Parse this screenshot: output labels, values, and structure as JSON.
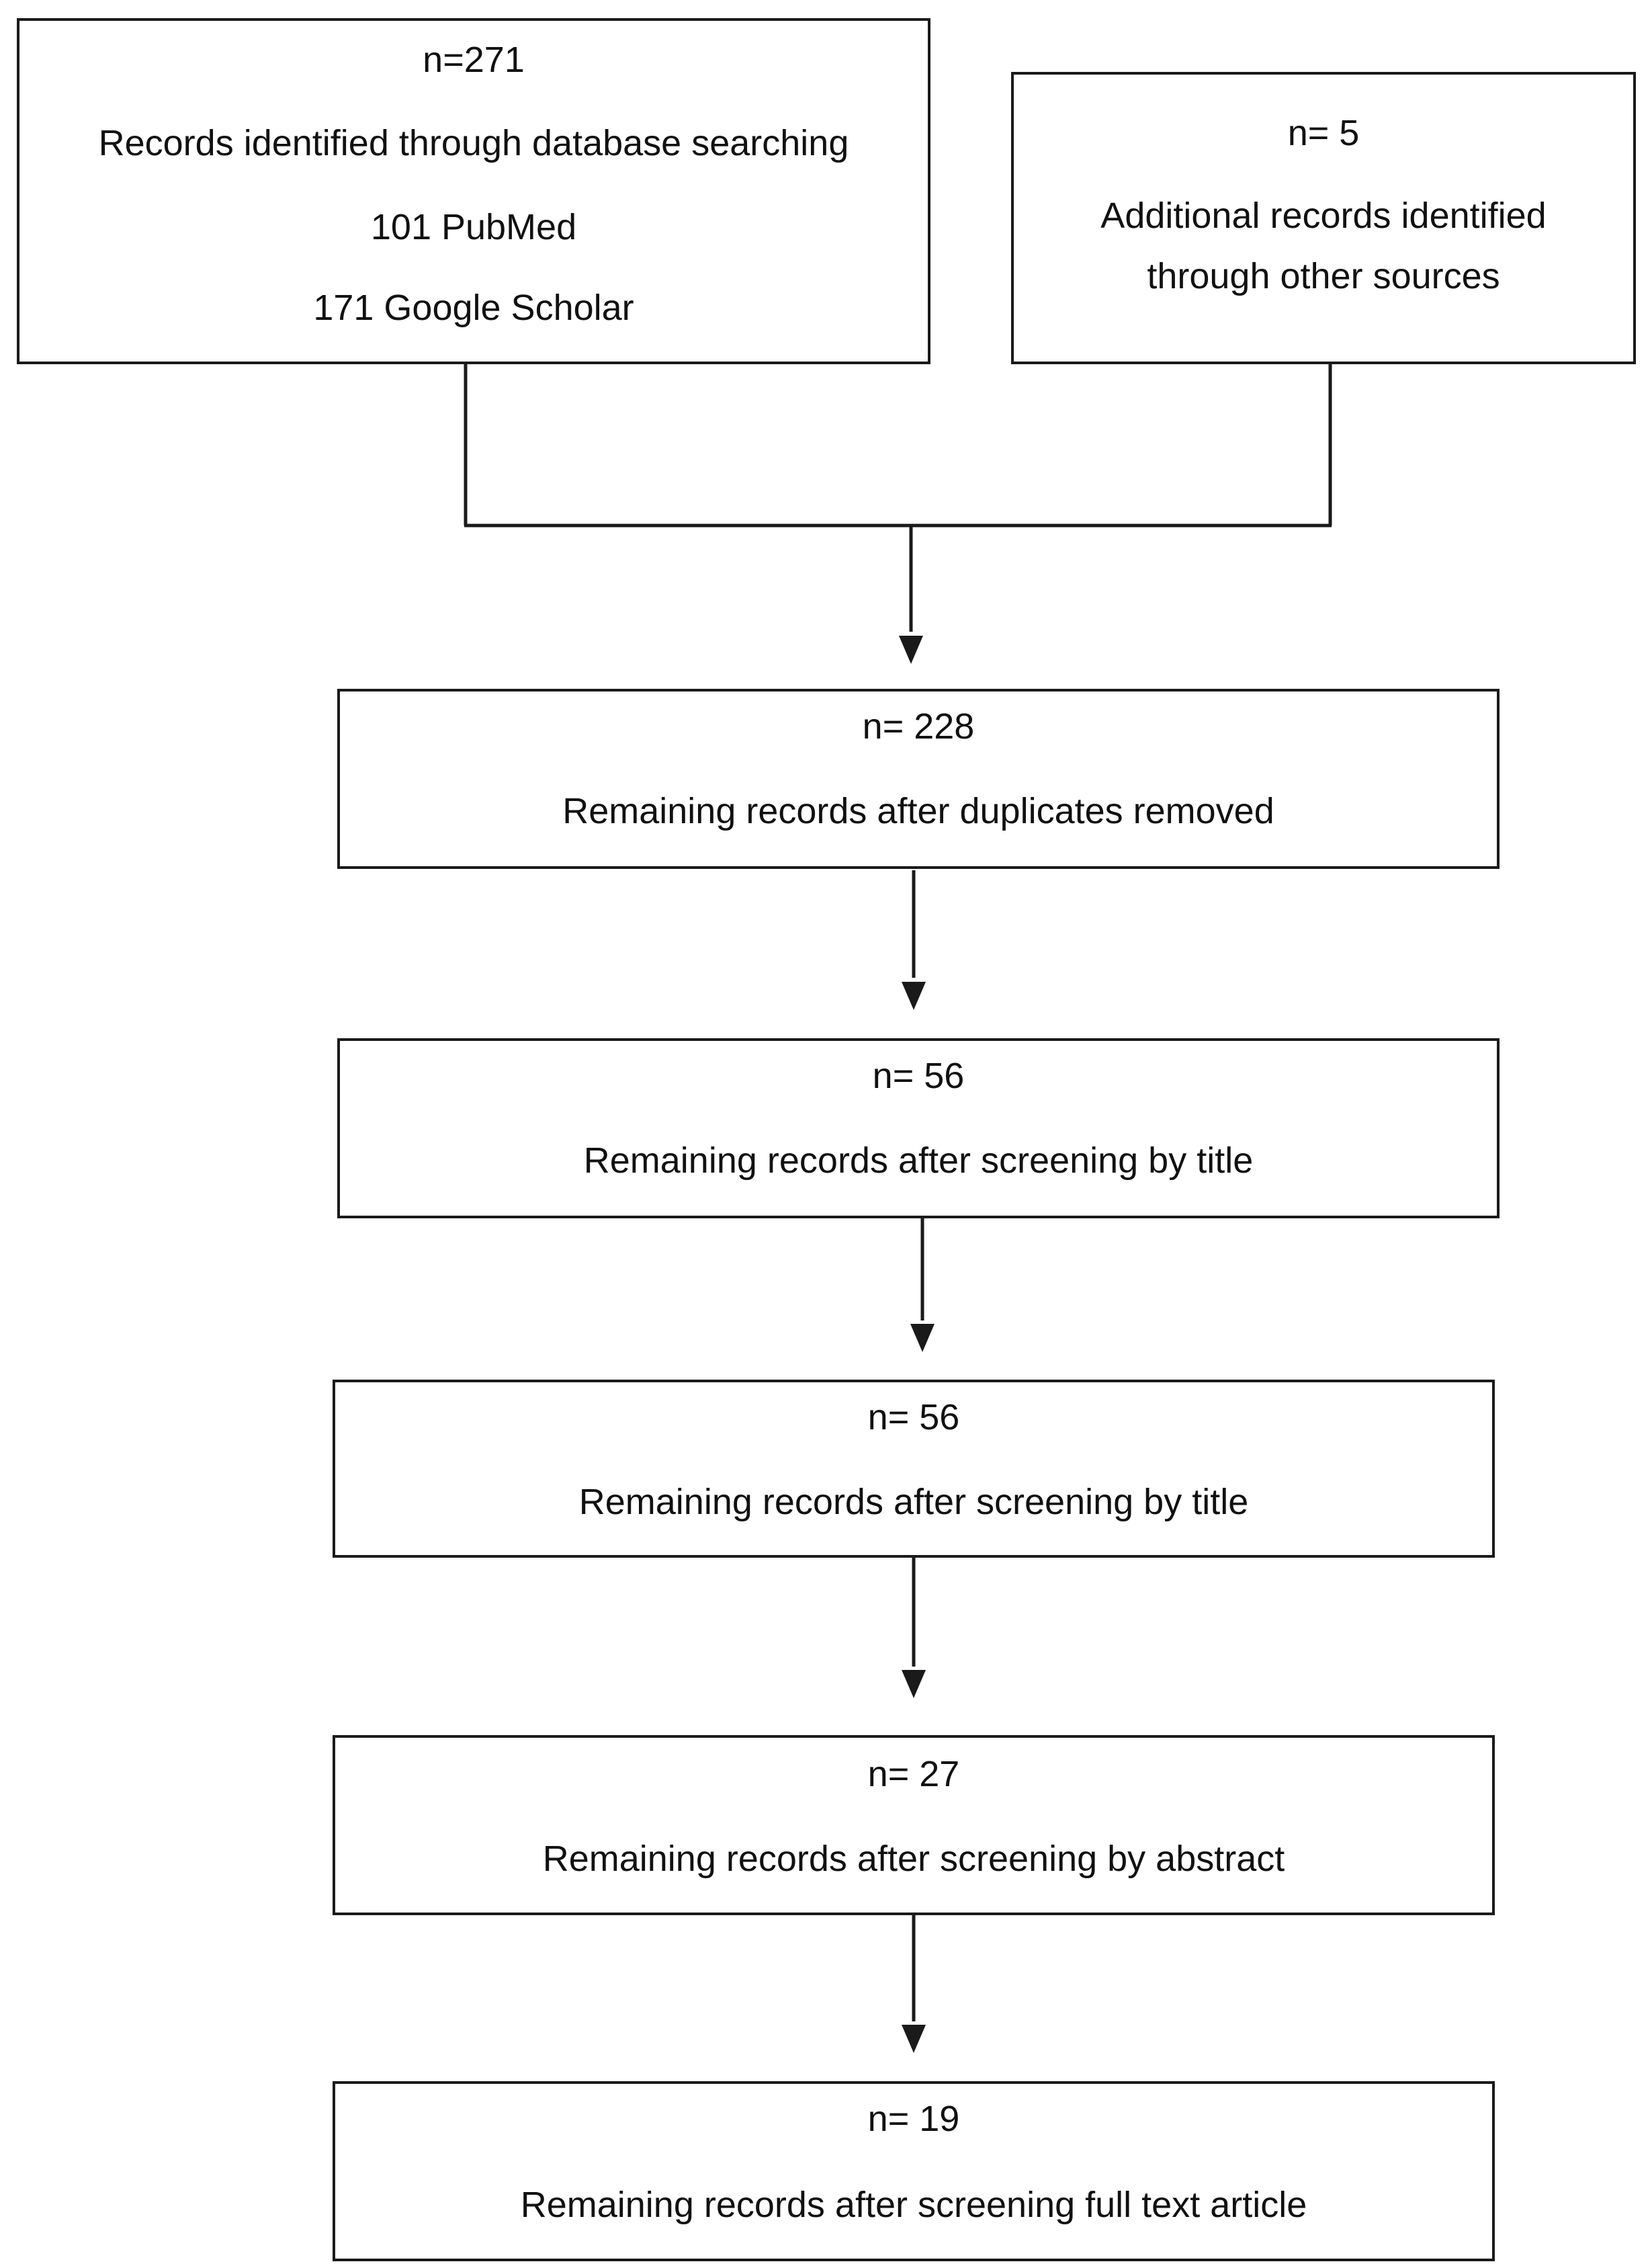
{
  "sources": {
    "database": {
      "count": "n=271",
      "label": "Records identified through database searching",
      "pubmed": "101 PubMed",
      "scholar": "171 Google Scholar"
    },
    "other": {
      "count": "n= 5",
      "label_line1": "Additional records identified",
      "label_line2": "through other sources"
    }
  },
  "steps": [
    {
      "count": "n= 228",
      "label": "Remaining records after duplicates removed"
    },
    {
      "count": "n= 56",
      "label": "Remaining records after screening by title"
    },
    {
      "count": "n= 56",
      "label": "Remaining records after screening by title"
    },
    {
      "count": "n= 27",
      "label": "Remaining records after screening by abstract"
    },
    {
      "count": "n= 19",
      "label": "Remaining records after screening full text article"
    }
  ]
}
